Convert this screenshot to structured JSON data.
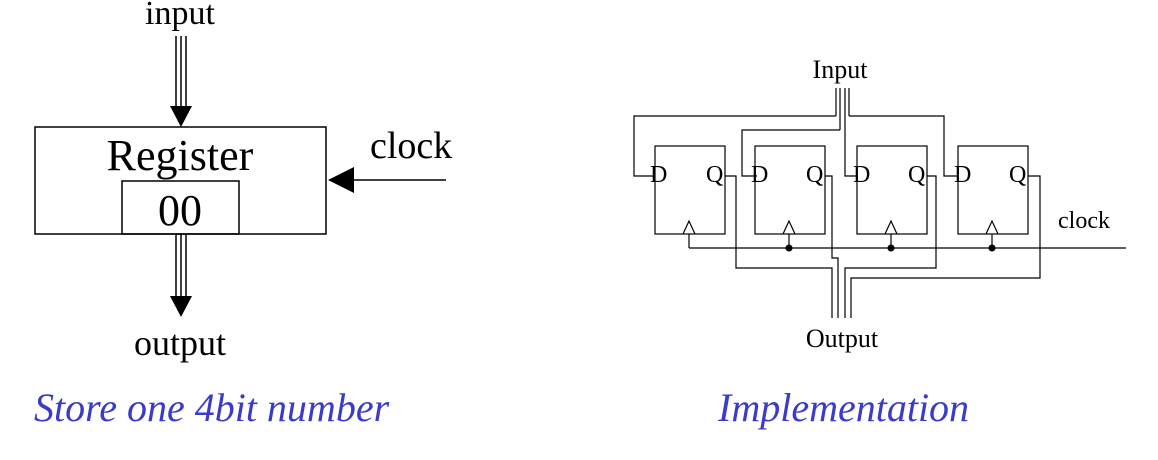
{
  "left_diagram": {
    "input_label": "input",
    "register_label": "Register",
    "value": "00",
    "clock_label": "clock",
    "output_label": "output"
  },
  "right_diagram": {
    "input_label": "Input",
    "output_label": "Output",
    "clock_label": "clock",
    "flip_flops": [
      {
        "d": "D",
        "q": "Q"
      },
      {
        "d": "D",
        "q": "Q"
      },
      {
        "d": "D",
        "q": "Q"
      },
      {
        "d": "D",
        "q": "Q"
      }
    ]
  },
  "captions": {
    "left": "Store one 4bit number",
    "right": "Implementation"
  },
  "colors": {
    "caption": "#3a3acc",
    "line": "#000000"
  }
}
